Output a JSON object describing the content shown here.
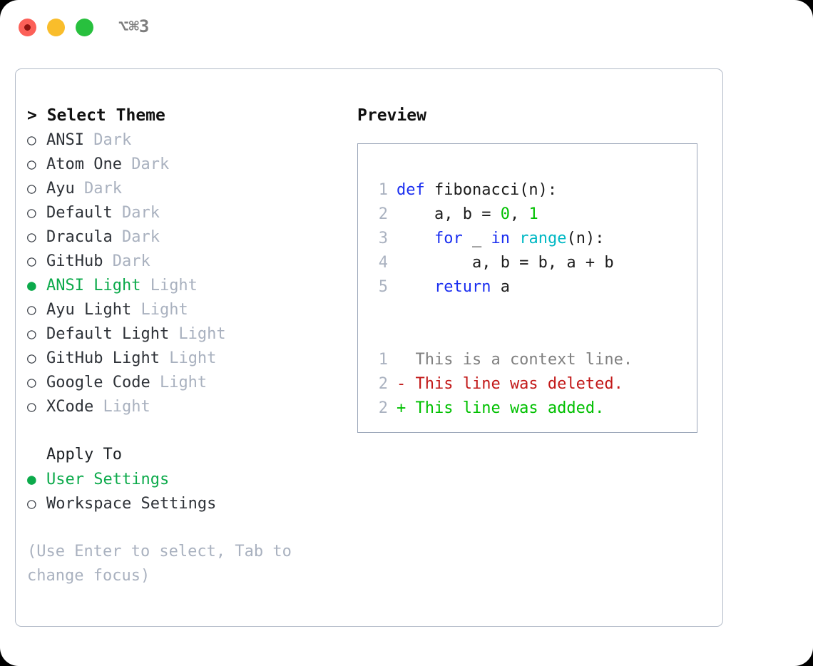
{
  "titlebar": {
    "shortcut": "⌥⌘3",
    "buttons": [
      {
        "name": "close",
        "color": "#fc6058"
      },
      {
        "name": "minimize",
        "color": "#f9bd2b"
      },
      {
        "name": "maximize",
        "color": "#28c03e"
      }
    ]
  },
  "colors": {
    "accent_green": "#0caa4b",
    "muted": "#a9b1bf",
    "text": "#2e3238",
    "panel_border": "#b3bbc8",
    "code_border": "#9aa5b8",
    "keyword": "#1a2ef0",
    "function": "#00b8c4",
    "number": "#00c000",
    "diff_deleted": "#c21818",
    "diff_added": "#00c000",
    "diff_context": "#808080"
  },
  "theme_list": {
    "title": "> Select Theme",
    "marker_selected": "●",
    "marker_unselected": "○",
    "items": [
      {
        "label": "ANSI",
        "suffix": "Dark",
        "selected": false
      },
      {
        "label": "Atom One",
        "suffix": "Dark",
        "selected": false
      },
      {
        "label": "Ayu",
        "suffix": "Dark",
        "selected": false
      },
      {
        "label": "Default",
        "suffix": "Dark",
        "selected": false
      },
      {
        "label": "Dracula",
        "suffix": "Dark",
        "selected": false
      },
      {
        "label": "GitHub",
        "suffix": "Dark",
        "selected": false
      },
      {
        "label": "ANSI Light",
        "suffix": "Light",
        "selected": true
      },
      {
        "label": "Ayu Light",
        "suffix": "Light",
        "selected": false
      },
      {
        "label": "Default Light",
        "suffix": "Light",
        "selected": false
      },
      {
        "label": "GitHub Light",
        "suffix": "Light",
        "selected": false
      },
      {
        "label": "Google Code",
        "suffix": "Light",
        "selected": false
      },
      {
        "label": "XCode",
        "suffix": "Light",
        "selected": false
      }
    ]
  },
  "apply_to": {
    "title": "Apply To",
    "items": [
      {
        "label": "User Settings",
        "selected": true
      },
      {
        "label": "Workspace Settings",
        "selected": false
      }
    ]
  },
  "hint": "(Use Enter to select, Tab to change focus)",
  "preview": {
    "title": "Preview",
    "code_lines": [
      {
        "number": "1",
        "tokens": [
          {
            "t": "def ",
            "c": "kw"
          },
          {
            "t": "fibonacci(n):",
            "c": "id"
          }
        ]
      },
      {
        "number": "2",
        "tokens": [
          {
            "t": "    a, b = ",
            "c": "id"
          },
          {
            "t": "0",
            "c": "num"
          },
          {
            "t": ", ",
            "c": "id"
          },
          {
            "t": "1",
            "c": "num"
          }
        ]
      },
      {
        "number": "3",
        "tokens": [
          {
            "t": "    ",
            "c": "id"
          },
          {
            "t": "for",
            "c": "kw"
          },
          {
            "t": " _ ",
            "c": "id"
          },
          {
            "t": "in",
            "c": "kw"
          },
          {
            "t": " ",
            "c": "id"
          },
          {
            "t": "range",
            "c": "fn"
          },
          {
            "t": "(n):",
            "c": "id"
          }
        ]
      },
      {
        "number": "4",
        "tokens": [
          {
            "t": "        a, b = b, a + b",
            "c": "id"
          }
        ]
      },
      {
        "number": "5",
        "tokens": [
          {
            "t": "    ",
            "c": "id"
          },
          {
            "t": "return",
            "c": "kw"
          },
          {
            "t": " a",
            "c": "id"
          }
        ]
      }
    ],
    "diff_lines": [
      {
        "number": "1",
        "text": "  This is a context line.",
        "kind": "ctx"
      },
      {
        "number": "2",
        "text": "- This line was deleted.",
        "kind": "del"
      },
      {
        "number": "2",
        "text": "+ This line was added.",
        "kind": "add"
      }
    ]
  }
}
